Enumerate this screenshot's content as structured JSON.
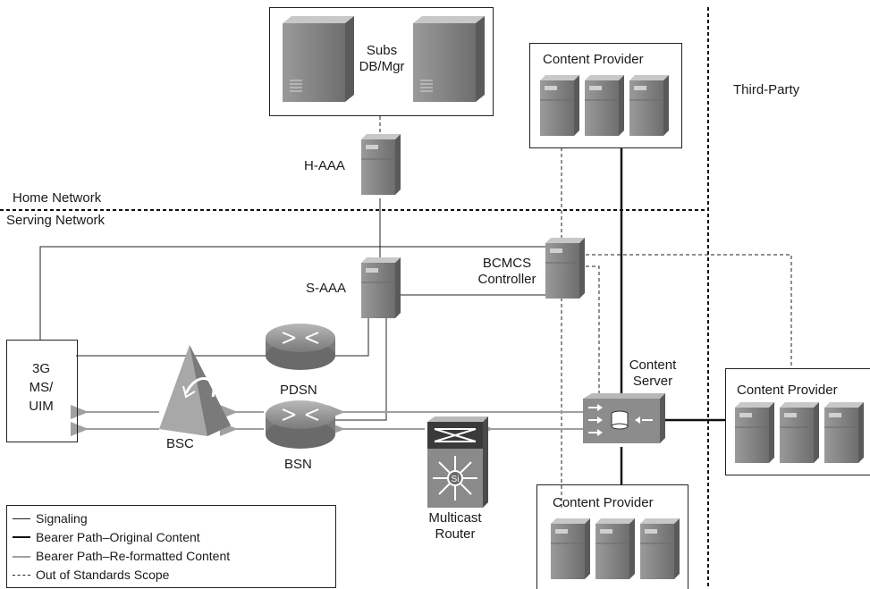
{
  "labels": {
    "subs_db": "Subs\nDB/Mgr",
    "content_provider_top": "Content Provider",
    "third_party": "Third-Party",
    "h_aaa": "H-AAA",
    "home_network": "Home Network",
    "serving_network": "Serving Network",
    "bcmcs_controller": "BCMCS\nController",
    "s_aaa": "S-AAA",
    "ms_uim": "3G\nMS/\nUIM",
    "pdsn": "PDSN",
    "bsn": "BSN",
    "bsc": "BSC",
    "content_server": "Content\nServer",
    "content_provider_right": "Content Provider",
    "content_provider_bottom": "Content Provider",
    "multicast_router": "Multicast\nRouter"
  },
  "legend": {
    "signaling": "Signaling",
    "bearer_original": "Bearer Path–Original Content",
    "bearer_reformatted": "Bearer Path–Re-formatted Content",
    "out_of_scope": "Out of Standards Scope"
  },
  "colors": {
    "signaling": "#222222",
    "bearer_original": "#111111",
    "bearer_reformatted": "#a0a0a0",
    "server_face": "#8c8c8c",
    "server_side": "#5a5a5a"
  }
}
